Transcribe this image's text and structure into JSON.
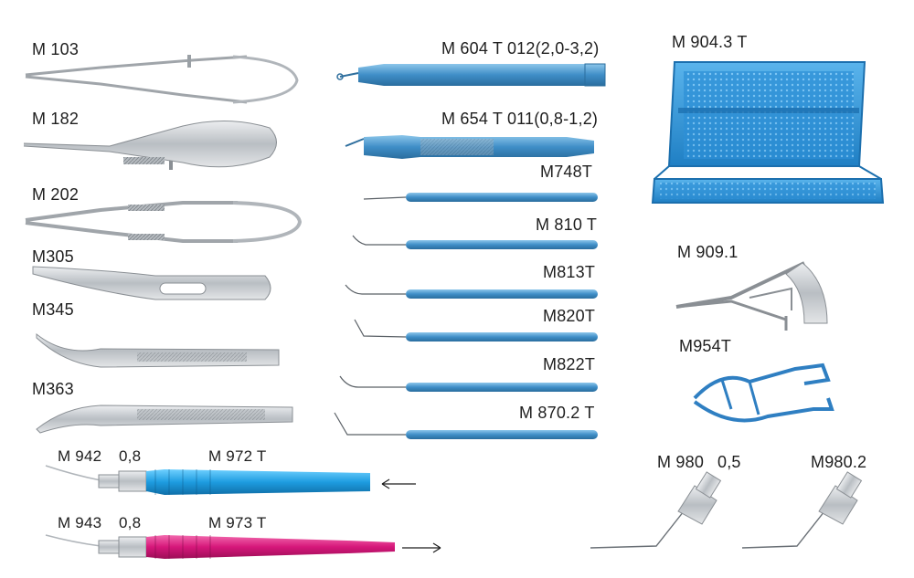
{
  "labels": {
    "m103": "M 103",
    "m182": "M 182",
    "m202": "M 202",
    "m305": "M305",
    "m345": "M345",
    "m363": "M363",
    "m942": "M 942",
    "m942_size": "0,8",
    "m972t": "M 972 T",
    "m943": "M 943",
    "m943_size": "0,8",
    "m973t": "M 973 T",
    "m604": "M 604 T 012(2,0-3,2)",
    "m654": "M 654 T 011(0,8-1,2)",
    "m748t": "M748T",
    "m810t": "M 810 T",
    "m813t": "M813T",
    "m820t": "M820T",
    "m822t": "M822T",
    "m870": "M 870.2 T",
    "m904": "M 904.3 T",
    "m909": "M 909.1",
    "m954t": "M954T",
    "m980": "M 980",
    "m980_size": "0,5",
    "m9802": "M980.2"
  },
  "colors": {
    "titanium_blue": "#4f9fd2",
    "titanium_dark": "#2f6f9e",
    "steel": "#c9cdd1",
    "steel_dark": "#8a8f94",
    "handle_cyan": "#1e9ce0",
    "handle_magenta": "#d6177a",
    "tray_blue": "#2f96dc"
  }
}
